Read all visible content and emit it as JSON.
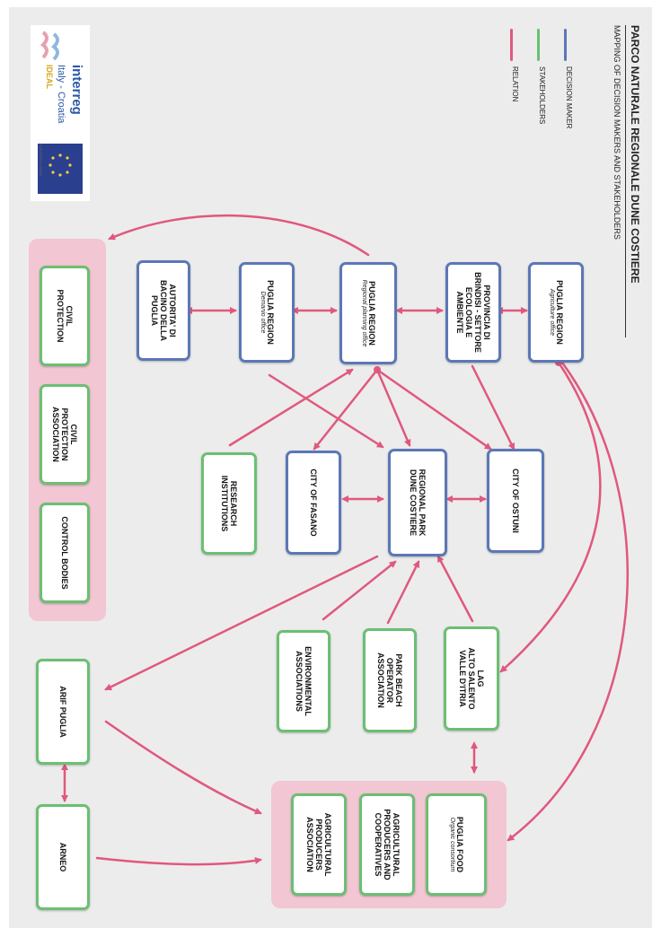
{
  "header": {
    "title": "PARCO NATURALE REGIONALE DUNE COSTIERE",
    "subtitle": "MAPPING OF DECISION MAKERS AND STAKEHOLDERS"
  },
  "legend": [
    {
      "label": "DECISION MAKER",
      "color": "#5b78b6"
    },
    {
      "label": "STAKEHOLDERS",
      "color": "#6bbf73"
    },
    {
      "label": "RELATION",
      "color": "#e0587d"
    }
  ],
  "logo": {
    "brand": "interreg",
    "program": "Italy - Croatia",
    "project": "IDEAL",
    "fund": "EUROPEAN UNION",
    "icon": "eu-flag-icon"
  },
  "colors": {
    "decision_maker": "#5b78b6",
    "stakeholder": "#6bbf73",
    "relation": "#e0587d",
    "group_fill": "#f2c6d2"
  },
  "nodes": {
    "puglia_agri": {
      "name": "PUGLIA REGION",
      "sub": "Agriculture office",
      "kind": "decision"
    },
    "provincia": {
      "name": "PROVINCIA DI\nBRINDISI - SETTORE\nECOLOGIA E\nAMBIENTE",
      "sub": "",
      "kind": "decision"
    },
    "puglia_planning": {
      "name": "PUGLIA REGION",
      "sub": "Regional planning\noffice",
      "kind": "decision"
    },
    "puglia_demanio": {
      "name": "PUGLIA REGION",
      "sub": "Demanio office",
      "kind": "decision"
    },
    "autorita": {
      "name": "AUTORITA' DI\nBACINO DELLA\nPUGLIA",
      "sub": "",
      "kind": "decision"
    },
    "ostuni": {
      "name": "CITY OF OSTUNI",
      "sub": "",
      "kind": "decision"
    },
    "park": {
      "name": "REGIONAL PARK\nDUNE COSTIERE",
      "sub": "",
      "kind": "decision"
    },
    "fasano": {
      "name": "CITY OF FASANO",
      "sub": "",
      "kind": "decision"
    },
    "research": {
      "name": "RESEARCH\nINSTITUTIONS",
      "sub": "",
      "kind": "stakeholder"
    },
    "lag": {
      "name": "LAG\nAlto Salento\nValle d'Itria",
      "sub": "",
      "kind": "stakeholder"
    },
    "beach": {
      "name": "PARK BEACH\nOPERATOR\nASSOCIATION",
      "sub": "",
      "kind": "stakeholder"
    },
    "env": {
      "name": "ENVIRONMENTAL\nASSOCIATIONS",
      "sub": "",
      "kind": "stakeholder"
    },
    "civil": {
      "name": "CIVIL\nPROTECTION",
      "sub": "",
      "kind": "stakeholder"
    },
    "civil_assoc": {
      "name": "CIVIL\nPROTECTION\nASSOCIATION",
      "sub": "",
      "kind": "stakeholder"
    },
    "control": {
      "name": "CONTROL BODIES",
      "sub": "",
      "kind": "stakeholder"
    },
    "arif": {
      "name": "ARIF PUGLIA",
      "sub": "",
      "kind": "stakeholder"
    },
    "arneo": {
      "name": "ARNEO",
      "sub": "",
      "kind": "stakeholder"
    },
    "puglia_food": {
      "name": "PUGLIA FOOD",
      "sub": "Organic consortium",
      "kind": "stakeholder"
    },
    "agri_coop": {
      "name": "AGRICULTURAL\nPRODUCERS AND\nCOOPERATIVES",
      "sub": "",
      "kind": "stakeholder"
    },
    "agri_assoc": {
      "name": "AGRICULTURAL\nPRODUCERS\nASSOCIATION",
      "sub": "",
      "kind": "stakeholder"
    }
  }
}
